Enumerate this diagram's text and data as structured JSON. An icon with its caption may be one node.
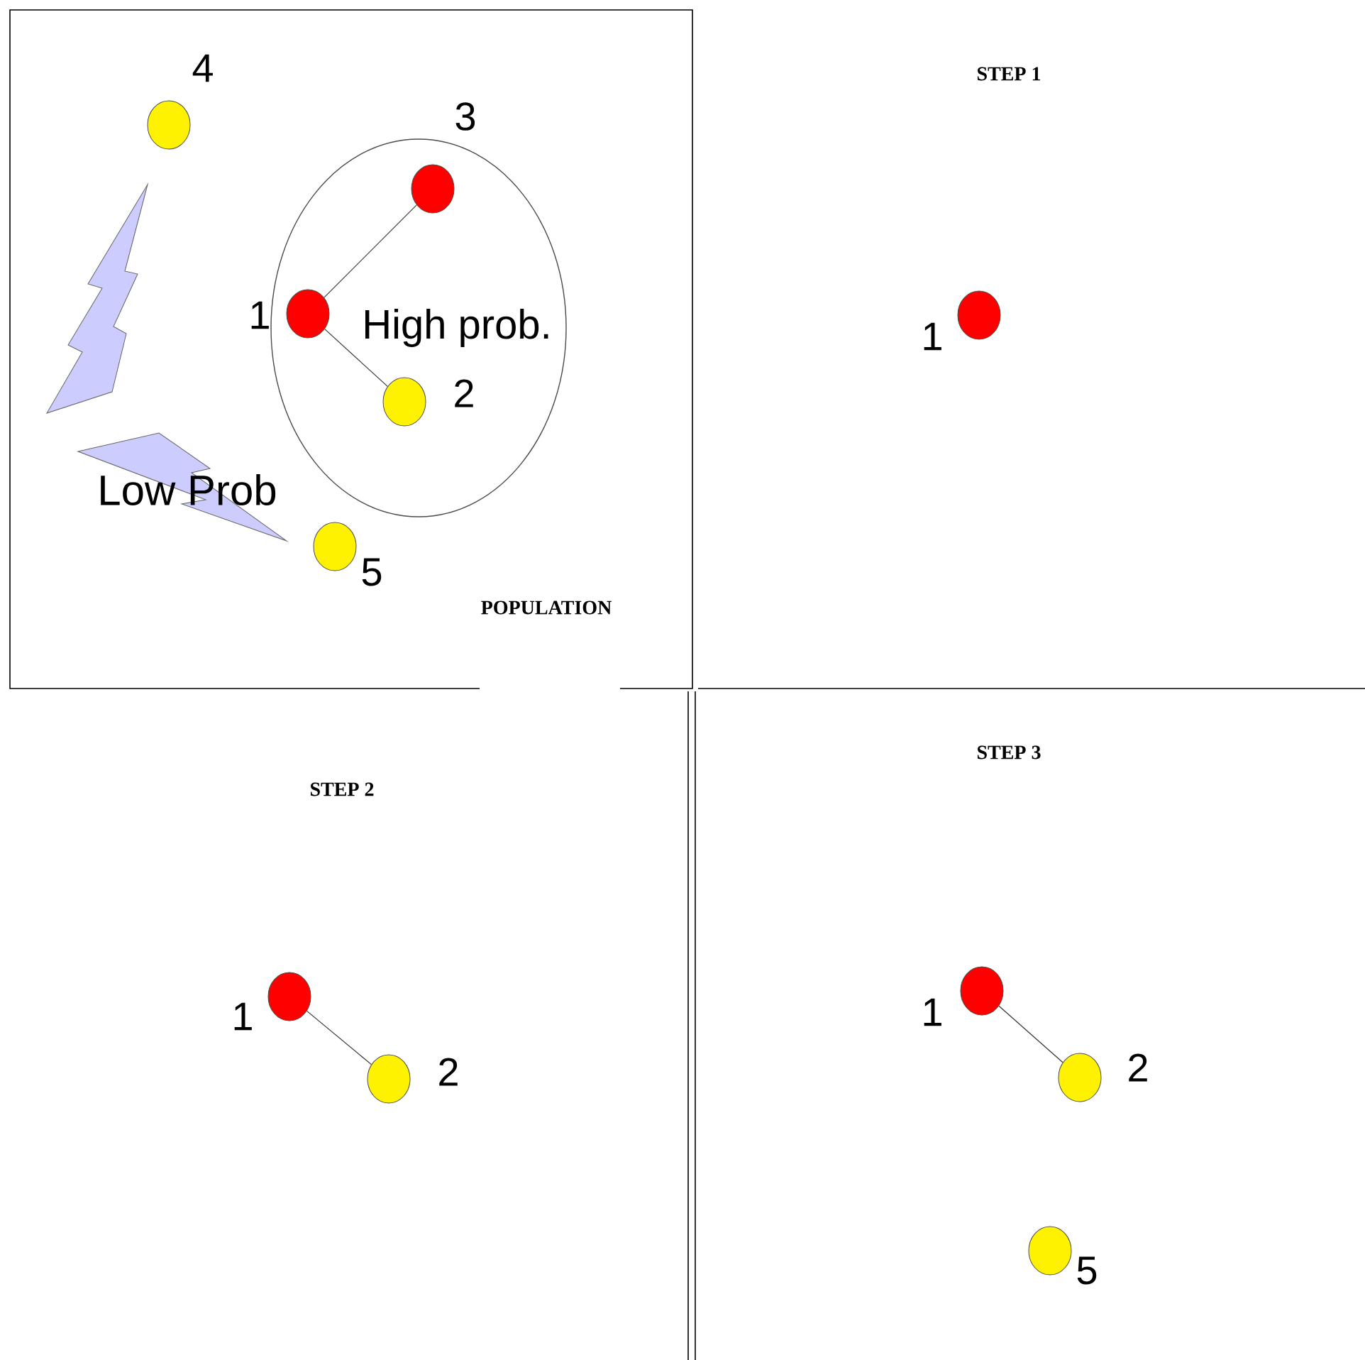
{
  "diagram": {
    "nodes": [
      {
        "text": [
          "POPULATION"
        ]
      },
      {
        "text": [
          "High prob."
        ],
        "in": 0
      },
      {
        "text": [],
        "shape": "circle",
        "beside": [
          "1"
        ],
        "in": 1
      },
      {
        "text": [],
        "shape": "circle",
        "beside": [
          "3"
        ],
        "in": 1
      },
      {
        "text": [],
        "shape": "circle",
        "beside": [
          "2"
        ],
        "in": 1
      },
      {
        "text": [],
        "shape": "circle",
        "beside": [
          "4"
        ],
        "in": 0
      },
      {
        "text": [],
        "shape": "circle",
        "beside": [
          "5"
        ],
        "in": 0
      },
      {
        "text": [],
        "shape": "circle",
        "beside": [
          "1"
        ]
      },
      {
        "text": [],
        "shape": "circle",
        "beside": [
          "1"
        ]
      },
      {
        "text": [],
        "shape": "circle",
        "beside": [
          "2"
        ]
      },
      {
        "text": [],
        "shape": "circle",
        "beside": [
          "1"
        ]
      },
      {
        "text": [],
        "shape": "circle",
        "beside": [
          "2"
        ]
      },
      {
        "text": [],
        "shape": "circle",
        "beside": [
          "5"
        ]
      }
    ],
    "edges": [
      {
        "from": 2,
        "to": 3,
        "arrow": "none"
      },
      {
        "from": 2,
        "to": 4,
        "arrow": "none"
      },
      {
        "from": 8,
        "to": 9,
        "arrow": "none"
      },
      {
        "from": 10,
        "to": 11,
        "arrow": "none"
      }
    ],
    "labels": [
      "Low Prob",
      "STEP 1",
      "STEP 2",
      "STEP 3"
    ]
  }
}
